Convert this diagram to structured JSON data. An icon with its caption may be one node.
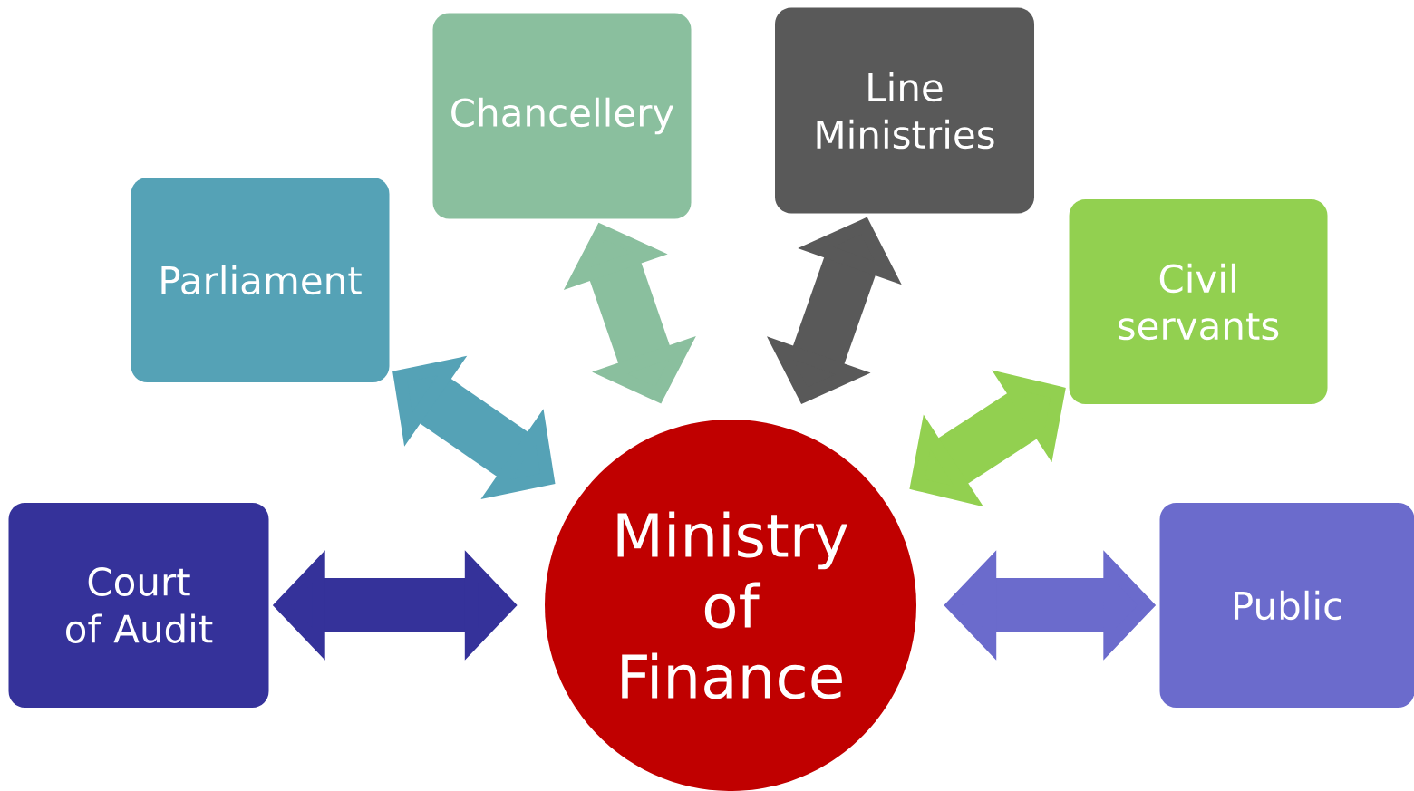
{
  "diagram": {
    "nodes": [
      {
        "text": [
          "Ministry of Finance"
        ]
      },
      {
        "text": [
          "Court of Audit"
        ]
      },
      {
        "text": [
          "Parliament"
        ]
      },
      {
        "text": [
          "Chancellery"
        ]
      },
      {
        "text": [
          "Line Ministries"
        ]
      },
      {
        "text": [
          "Civil servants"
        ]
      },
      {
        "text": [
          "Public"
        ]
      }
    ],
    "edges": [
      {
        "from": 0,
        "to": 1,
        "arrow": "both",
        "color": "#35329a"
      },
      {
        "from": 0,
        "to": 2,
        "arrow": "both",
        "color": "#55a2b6"
      },
      {
        "from": 0,
        "to": 3,
        "arrow": "both",
        "color": "#8abf9e"
      },
      {
        "from": 0,
        "to": 4,
        "arrow": "both",
        "color": "#595959"
      },
      {
        "from": 0,
        "to": 5,
        "arrow": "both",
        "color": "#92d050"
      },
      {
        "from": 0,
        "to": 6,
        "arrow": "both",
        "color": "#6b6bcc"
      }
    ]
  }
}
